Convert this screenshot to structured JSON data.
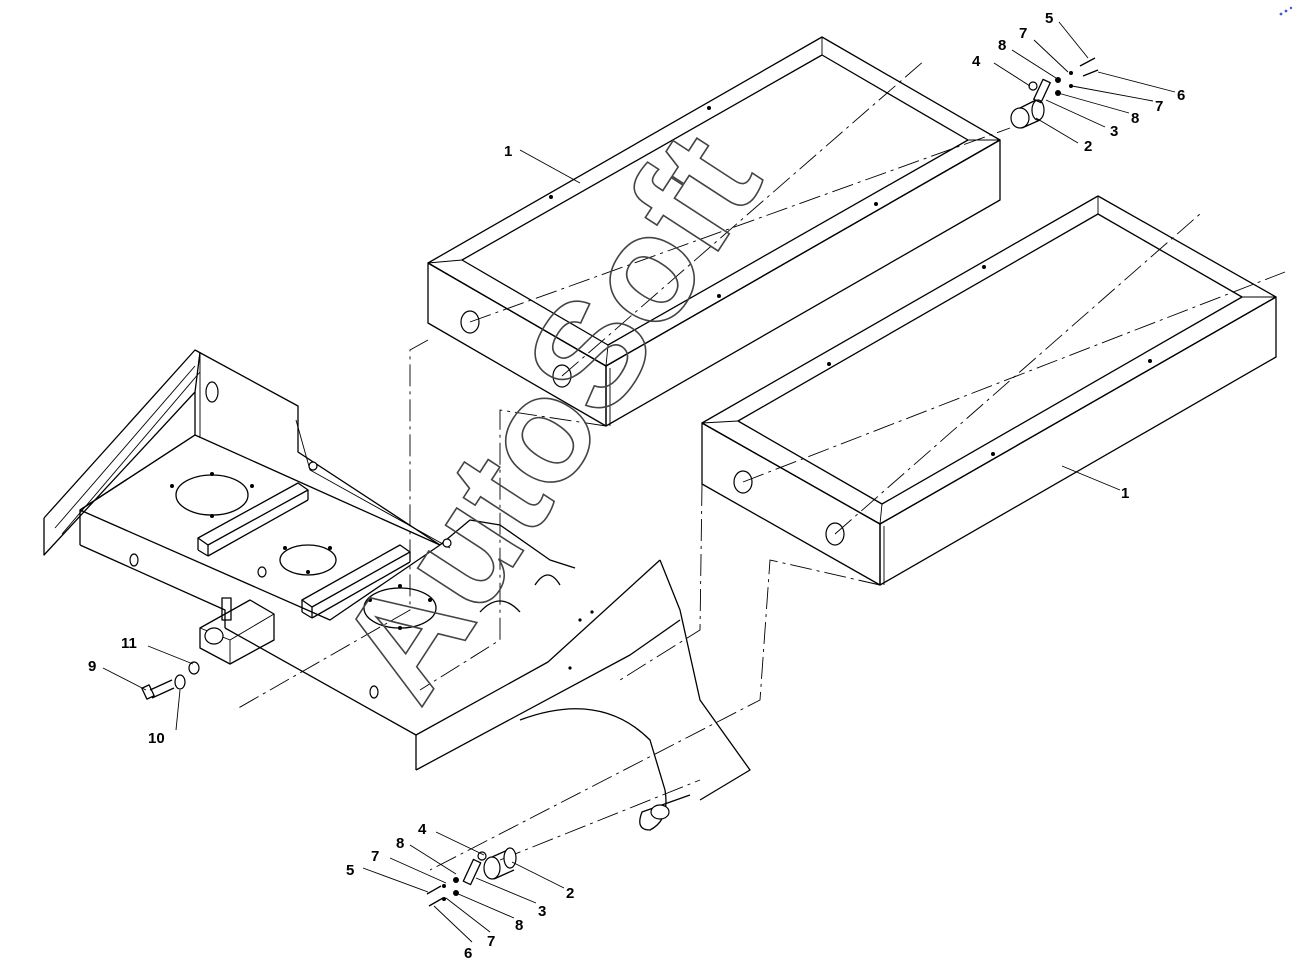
{
  "watermark": "AutoSoft",
  "callouts": [
    {
      "id": "c1a",
      "text": "1"
    },
    {
      "id": "c1b",
      "text": "1"
    },
    {
      "id": "c2a",
      "text": "2"
    },
    {
      "id": "c3a",
      "text": "3"
    },
    {
      "id": "c4a",
      "text": "4"
    },
    {
      "id": "c5a",
      "text": "5"
    },
    {
      "id": "c6a",
      "text": "6"
    },
    {
      "id": "c7a",
      "text": "7"
    },
    {
      "id": "c7b",
      "text": "7"
    },
    {
      "id": "c8a",
      "text": "8"
    },
    {
      "id": "c8b",
      "text": "8"
    },
    {
      "id": "c9",
      "text": "9"
    },
    {
      "id": "c10",
      "text": "10"
    },
    {
      "id": "c11",
      "text": "11"
    },
    {
      "id": "c2b",
      "text": "2"
    },
    {
      "id": "c3b",
      "text": "3"
    },
    {
      "id": "c4b",
      "text": "4"
    },
    {
      "id": "c5b",
      "text": "5"
    },
    {
      "id": "c6b",
      "text": "6"
    },
    {
      "id": "c7c",
      "text": "7"
    },
    {
      "id": "c7d",
      "text": "7"
    },
    {
      "id": "c8c",
      "text": "8"
    },
    {
      "id": "c8d",
      "text": "8"
    }
  ]
}
